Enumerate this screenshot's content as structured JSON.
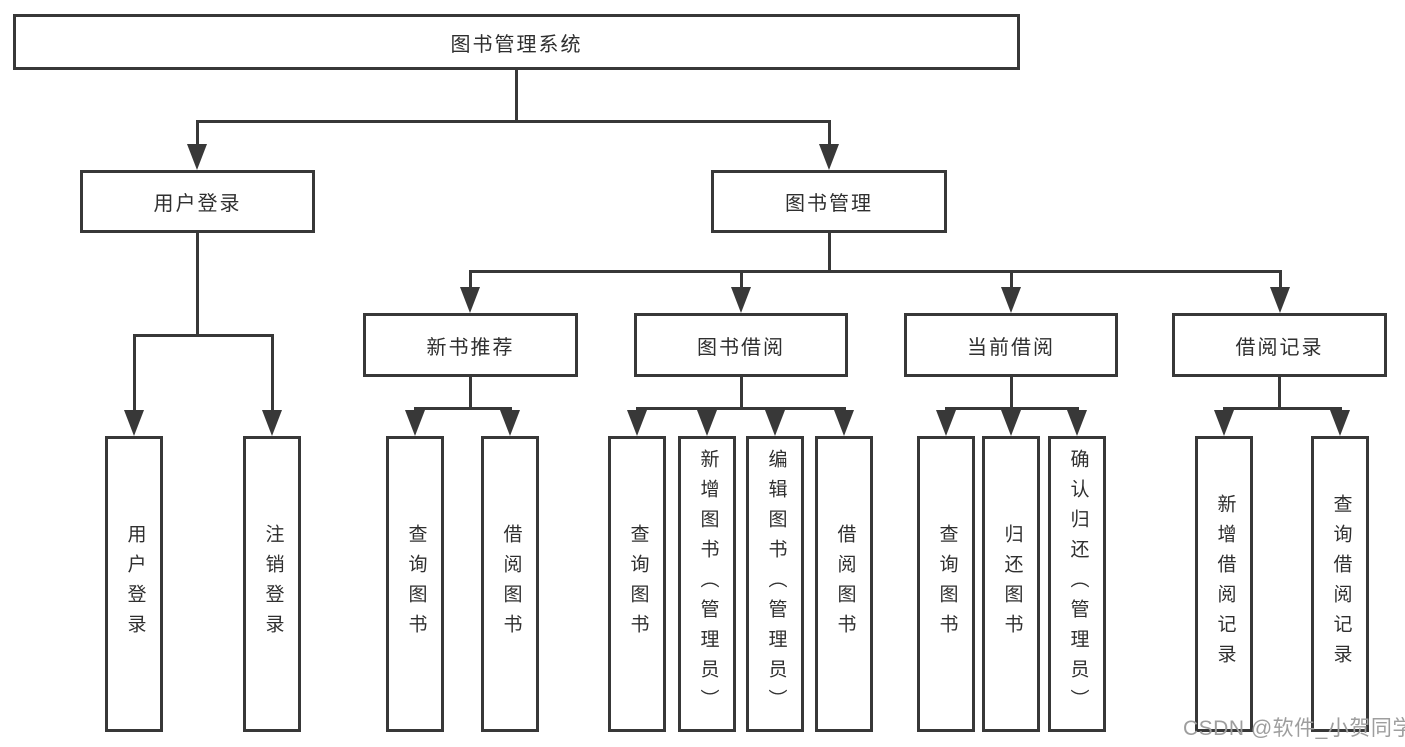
{
  "diagram": {
    "title_node": "图书管理系统",
    "level1": {
      "user_login": "用户登录",
      "book_mgmt": "图书管理"
    },
    "level2": {
      "new_book_rec": "新书推荐",
      "book_borrow": "图书借阅",
      "current_borrow": "当前借阅",
      "borrow_records": "借阅记录"
    },
    "leaves": {
      "user_login": [
        "用户登录",
        "注销登录"
      ],
      "new_book_rec": [
        "查询图书",
        "借阅图书"
      ],
      "book_borrow": [
        "查询图书",
        "新增图书（管理员）",
        "编辑图书（管理员）",
        "借阅图书"
      ],
      "current_borrow": [
        "查询图书",
        "归还图书",
        "确认归还（管理员）"
      ],
      "borrow_records": [
        "新增借阅记录",
        "查询借阅记录"
      ]
    },
    "watermark": "CSDN @软件_小贺同学",
    "colors": {
      "line": "#383838",
      "text": "#2f2f2f",
      "watermark": "#9e9e9e"
    }
  }
}
